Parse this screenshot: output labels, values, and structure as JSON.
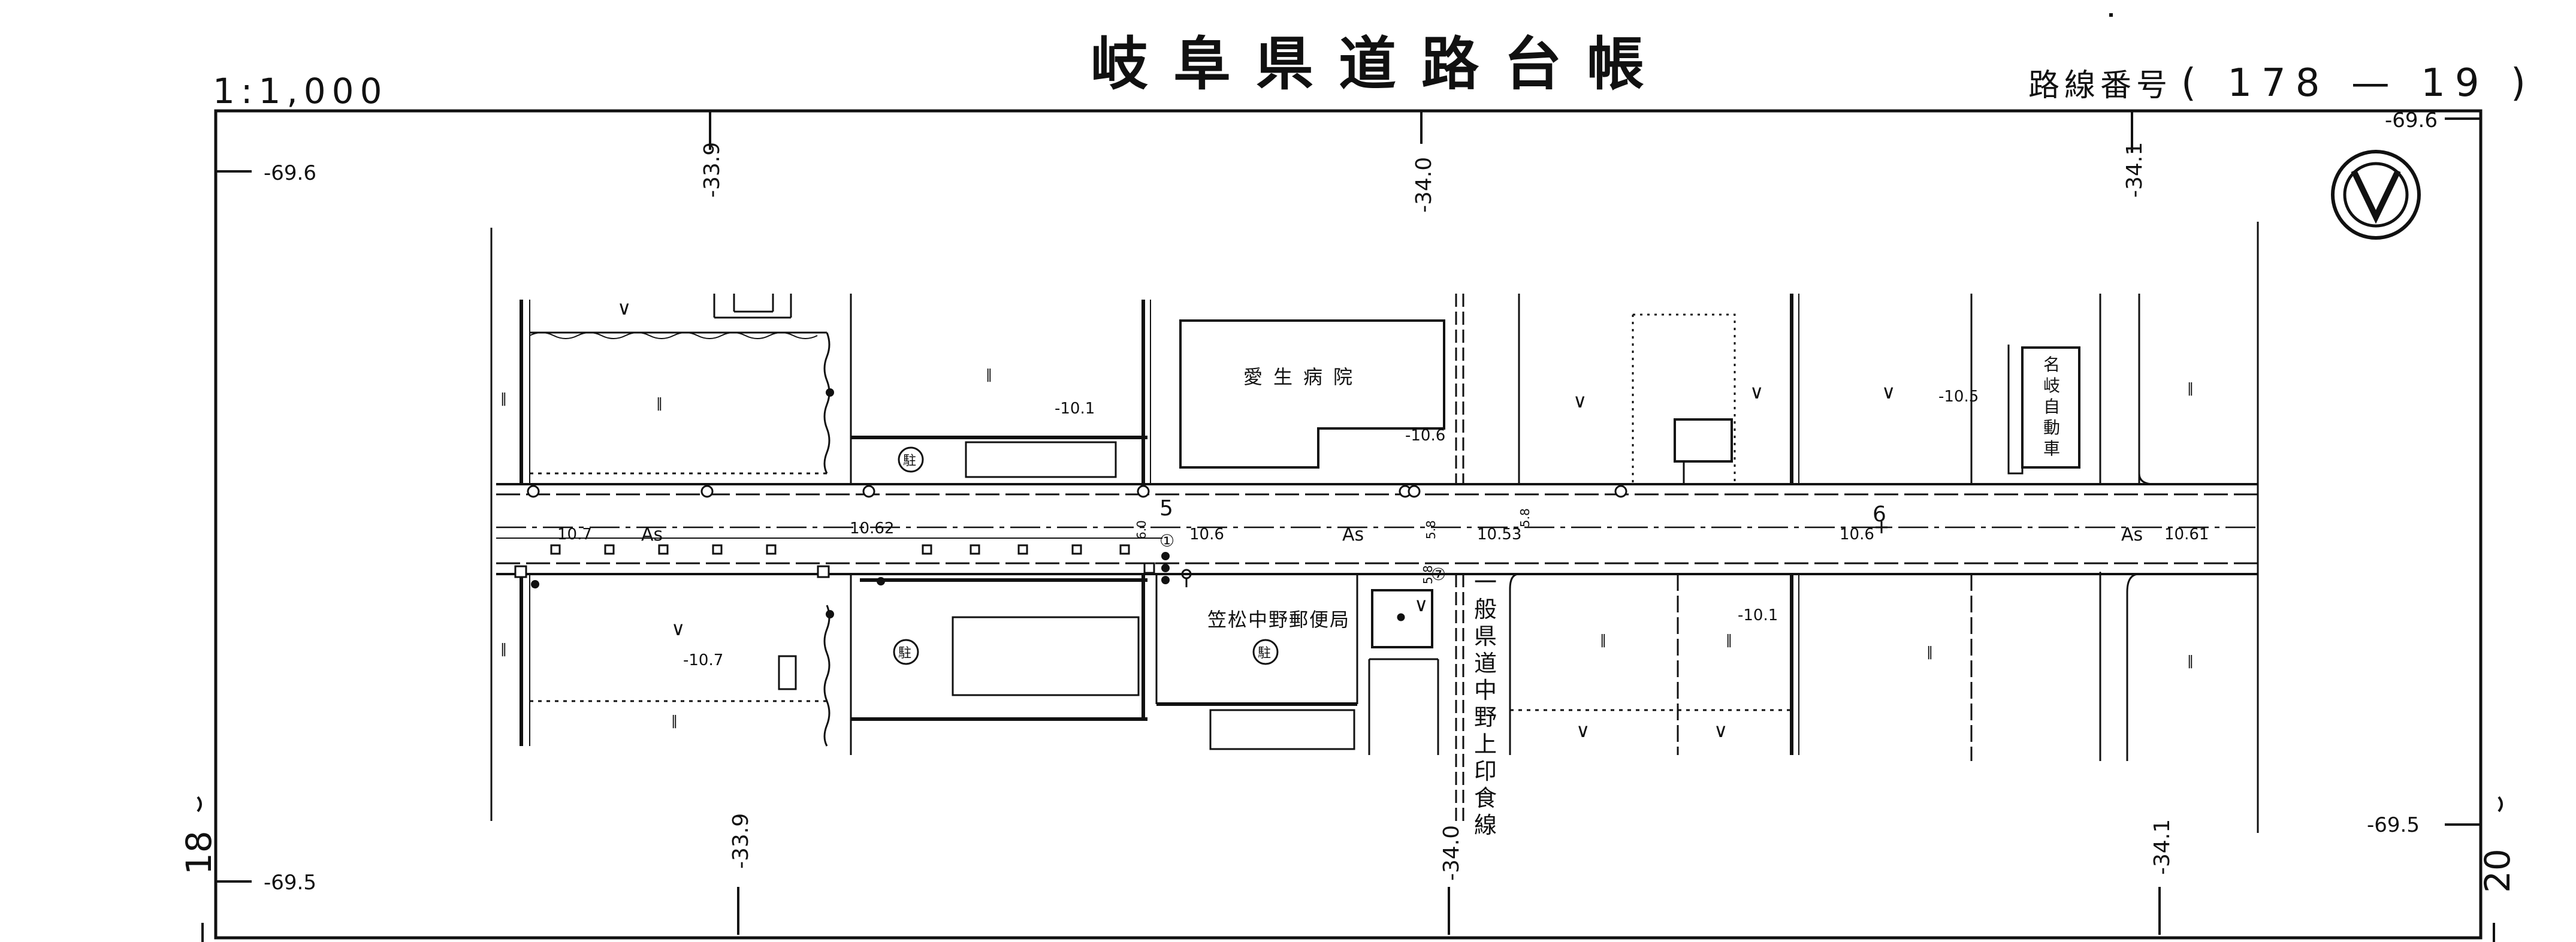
{
  "header": {
    "scale": "1:1,000",
    "title": "岐阜県道路台帳",
    "route_label": "路線番号",
    "route_number": "( 178 — 19 )"
  },
  "sheet_neighbors": {
    "left": "18",
    "right": "20"
  },
  "grid": {
    "top_ticks": [
      "-33.9",
      "-34.0",
      "-34.1"
    ],
    "bottom_ticks": [
      "-33.9",
      "-34.0",
      "-34.1"
    ],
    "top_left_ordinate": "-69.6",
    "top_right_ordinate": "-69.6",
    "bottom_left_ordinate": "-69.5",
    "bottom_right_ordinate": "-69.5"
  },
  "map": {
    "buildings": {
      "hospital": "愛生病院",
      "post_office": "笠松中野郵便局",
      "bus_company": [
        "名",
        "岐",
        "自",
        "動",
        "車"
      ]
    },
    "crossroad_name": [
      "一",
      "般",
      "県",
      "道",
      "中",
      "野",
      "上",
      "印",
      "食",
      "線"
    ],
    "pavement": [
      "As",
      "As",
      "As"
    ],
    "parking_symbol": "駐",
    "elevations": [
      "10.7",
      "10.62",
      "10.6",
      "10.53",
      "10.6",
      "10.61",
      "-10.1",
      "-10.6",
      "-10.5",
      "-10.7",
      "-10.1"
    ],
    "section_numbers": [
      "5",
      "6"
    ],
    "small_dims": [
      "6.0",
      "5.8",
      "5.8",
      "5.8"
    ],
    "land_marks": [
      "∨",
      "∨",
      "∨",
      "∨",
      "∨",
      "∨",
      "∨",
      "∨"
    ],
    "field_marks": [
      "‖",
      "‖",
      "‖",
      "‖",
      "‖",
      "‖",
      "‖",
      "‖",
      "‖",
      "‖"
    ],
    "circled": [
      "①",
      "⑦"
    ]
  }
}
